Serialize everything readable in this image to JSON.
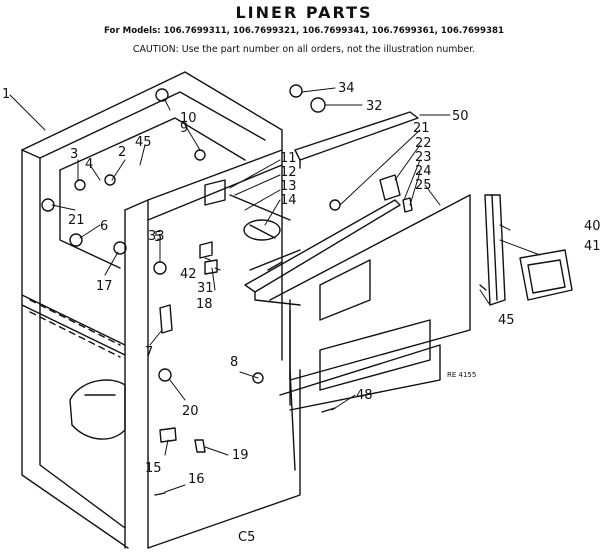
{
  "title": "LINER PARTS",
  "models_line": "For Models: 106.7699311, 106.7699321, 106.7699341, 106.7699361, 106.7699381",
  "caution_line": "CAUTION: Use the part number on all orders, not the illustration number.",
  "illustration_code": "RE 4155",
  "bottom_mark": "C5",
  "callouts": [
    {
      "id": "c1",
      "label": "1"
    },
    {
      "id": "c2",
      "label": "2"
    },
    {
      "id": "c3",
      "label": "3"
    },
    {
      "id": "c4",
      "label": "4"
    },
    {
      "id": "c5",
      "label": "5"
    },
    {
      "id": "c6",
      "label": "6"
    },
    {
      "id": "c7",
      "label": "7"
    },
    {
      "id": "c8",
      "label": "8"
    },
    {
      "id": "c9",
      "label": "9"
    },
    {
      "id": "c10",
      "label": "10"
    },
    {
      "id": "c11",
      "label": "11"
    },
    {
      "id": "c12",
      "label": "12"
    },
    {
      "id": "c13",
      "label": "13"
    },
    {
      "id": "c14",
      "label": "14"
    },
    {
      "id": "c15",
      "label": "15"
    },
    {
      "id": "c16",
      "label": "16"
    },
    {
      "id": "c17",
      "label": "17"
    },
    {
      "id": "c18",
      "label": "18"
    },
    {
      "id": "c19",
      "label": "19"
    },
    {
      "id": "c20",
      "label": "20"
    },
    {
      "id": "c21a",
      "label": "21"
    },
    {
      "id": "c21b",
      "label": "21"
    },
    {
      "id": "c22",
      "label": "22"
    },
    {
      "id": "c23",
      "label": "23"
    },
    {
      "id": "c24",
      "label": "24"
    },
    {
      "id": "c25",
      "label": "25"
    },
    {
      "id": "c31",
      "label": "31"
    },
    {
      "id": "c32",
      "label": "32"
    },
    {
      "id": "c33",
      "label": "33"
    },
    {
      "id": "c34",
      "label": "34"
    },
    {
      "id": "c40",
      "label": "40"
    },
    {
      "id": "c41",
      "label": "41"
    },
    {
      "id": "c42",
      "label": "42"
    },
    {
      "id": "c45a",
      "label": "45"
    },
    {
      "id": "c45b",
      "label": "45"
    },
    {
      "id": "c48",
      "label": "48"
    },
    {
      "id": "c50",
      "label": "50"
    }
  ]
}
